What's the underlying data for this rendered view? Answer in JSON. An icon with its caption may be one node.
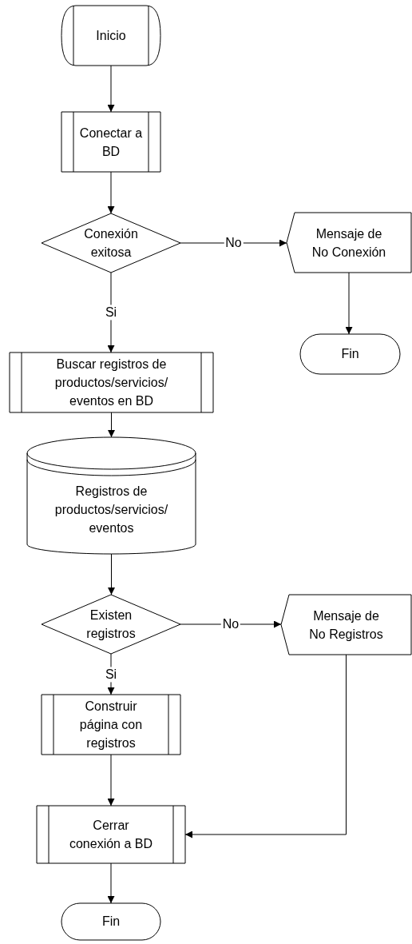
{
  "diagram": {
    "nodes": [
      {
        "text": [
          "Inicio"
        ]
      },
      {
        "text": [
          "Conectar a BD"
        ]
      },
      {
        "text": [
          "Conexión exitosa"
        ]
      },
      {
        "text": [
          "Mensaje de No Conexión"
        ]
      },
      {
        "text": [
          "Fin"
        ]
      },
      {
        "text": [
          "Buscar registros de productos/servicios/ eventos en BD"
        ]
      },
      {
        "text": [
          "Registros de productos/servicios/ eventos"
        ]
      },
      {
        "text": [
          "Existen registros"
        ]
      },
      {
        "text": [
          "Mensaje de No Registros"
        ]
      },
      {
        "text": [
          "Construir página con registros"
        ]
      },
      {
        "text": [
          "Cerrar conexión a BD"
        ]
      },
      {
        "text": [
          "Fin"
        ]
      }
    ],
    "edges": [
      {
        "from": 0,
        "to": 1,
        "arrow": "to"
      },
      {
        "from": 1,
        "to": 2,
        "arrow": "to"
      },
      {
        "from": 2,
        "to": 3,
        "arrow": "to",
        "label": "No"
      },
      {
        "from": 3,
        "to": 4,
        "arrow": "to"
      },
      {
        "from": 2,
        "to": 5,
        "arrow": "to",
        "label": "Si"
      },
      {
        "from": 5,
        "to": 6,
        "arrow": "to"
      },
      {
        "from": 6,
        "to": 7,
        "arrow": "to"
      },
      {
        "from": 7,
        "to": 8,
        "arrow": "to",
        "label": "No"
      },
      {
        "from": 7,
        "to": 9,
        "arrow": "to",
        "label": "Si"
      },
      {
        "from": 9,
        "to": 10,
        "arrow": "to"
      },
      {
        "from": 8,
        "to": 10,
        "arrow": "to"
      },
      {
        "from": 10,
        "to": 11,
        "arrow": "to"
      }
    ]
  }
}
